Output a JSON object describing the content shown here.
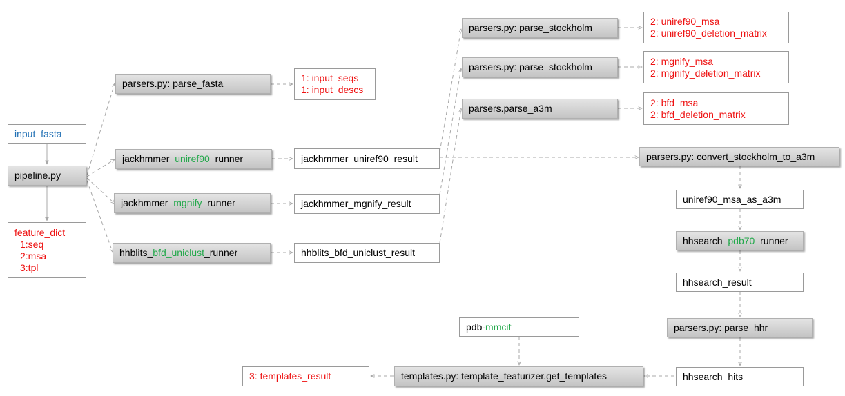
{
  "nodes": {
    "input_fasta": {
      "label": "input_fasta"
    },
    "pipeline": {
      "label": "pipeline.py"
    },
    "feature_dict": {
      "title": "feature_dict",
      "items": [
        "1:seq",
        "2:msa",
        "3:tpl"
      ]
    },
    "parse_fasta": {
      "label": "parsers.py: parse_fasta"
    },
    "fasta_out": {
      "lines": [
        "1: input_seqs",
        "1: input_descs"
      ]
    },
    "jackhmmer_uniref90": {
      "prefix": "jackhmmer_",
      "db": "uniref90",
      "suffix": "_runner"
    },
    "jackhmmer_mgnify": {
      "prefix": "jackhmmer_",
      "db": "mgnify",
      "suffix": "_runner"
    },
    "hhblits_bfd": {
      "prefix": "hhblits_",
      "db": "bfd_uniclust",
      "suffix": "_runner"
    },
    "uniref90_result": {
      "label": "jackhmmer_uniref90_result"
    },
    "mgnify_result": {
      "label": "jackhmmer_mgnify_result"
    },
    "bfd_result": {
      "label": "hhblits_bfd_uniclust_result"
    },
    "parse_stockholm_1": {
      "label": "parsers.py: parse_stockholm"
    },
    "parse_stockholm_2": {
      "label": "parsers.py: parse_stockholm"
    },
    "parse_a3m": {
      "label": "parsers.parse_a3m"
    },
    "uniref90_out": {
      "lines": [
        "2: uniref90_msa",
        "2: uniref90_deletion_matrix"
      ]
    },
    "mgnify_out": {
      "lines": [
        "2: mgnify_msa",
        "2: mgnify_deletion_matrix"
      ]
    },
    "bfd_out": {
      "lines": [
        "2: bfd_msa",
        "2: bfd_deletion_matrix"
      ]
    },
    "convert": {
      "label": "parsers.py: convert_stockholm_to_a3m"
    },
    "uniref90_a3m": {
      "label": "uniref90_msa_as_a3m"
    },
    "hhsearch_runner": {
      "prefix": "hhsearch_",
      "db": "pdb70",
      "suffix": "_runner"
    },
    "hhsearch_result": {
      "label": "hhsearch_result"
    },
    "parse_hhr": {
      "label": "parsers.py: parse_hhr"
    },
    "hhsearch_hits": {
      "label": "hhsearch_hits"
    },
    "pdb_mmcif": {
      "prefix": "pdb-",
      "db": "mmcif"
    },
    "get_templates": {
      "label": "templates.py: template_featurizer.get_templates"
    },
    "templates_result": {
      "label": "3: templates_result"
    }
  },
  "colors": {
    "input": "#1f6fb4",
    "output": "#ee1111",
    "database": "#22a84a",
    "arrow": "#a8a8a8"
  }
}
